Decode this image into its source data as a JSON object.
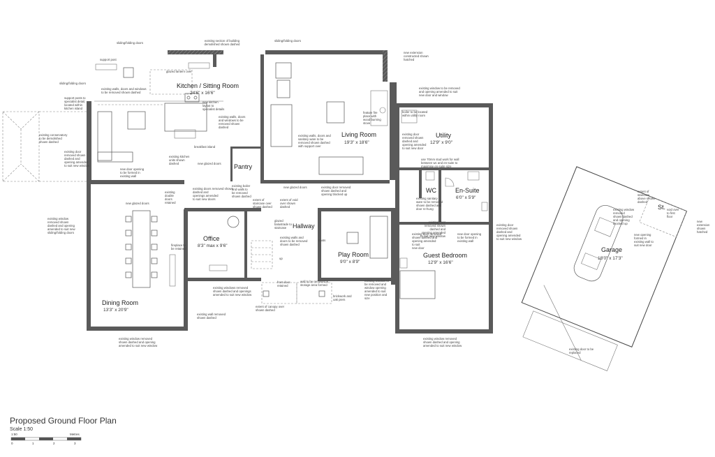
{
  "rooms": {
    "kitchen": {
      "name": "Kitchen / Sitting Room",
      "dims": "24'6\" x 16'6\""
    },
    "living": {
      "name": "Living Room",
      "dims": "19'3\" x 18'6\""
    },
    "utility": {
      "name": "Utility",
      "dims": "12'9\" x 9'0\""
    },
    "wc": {
      "name": "WC"
    },
    "ensuite": {
      "name": "En-Suite",
      "dims": "6'0\" x 5'9\""
    },
    "st": {
      "name": "St."
    },
    "garage": {
      "name": "Garage",
      "dims": "18'0\" x 17'3\""
    },
    "pantry": {
      "name": "Pantry"
    },
    "hallway": {
      "name": "Hallway"
    },
    "office": {
      "name": "Office",
      "dims": "8'3\" max x 9'6\""
    },
    "playroom": {
      "name": "Play Room",
      "dims": "9'0\" x 8'9\""
    },
    "guest": {
      "name": "Guest Bedroom",
      "dims": "12'9\" x 16'6\""
    },
    "dining": {
      "name": "Dining Room",
      "dims": "13'3\" x 20'9\""
    }
  },
  "notes": {
    "sliding_doors_1": "sliding/folding doors",
    "sliding_doors_2": "sliding/folding doors",
    "sliding_doors_3": "sliding/folding doors",
    "existing_section": [
      "existing section of building",
      "demolished shown dashed"
    ],
    "new_extension_top": [
      "new extension",
      "constructed shown",
      "hatched"
    ],
    "support_post": "support post",
    "glazed_lantern": "glazed lantern over",
    "existing_walls_kitchen": [
      "existing walls, doors and windows",
      "to be removed shown dashed"
    ],
    "support_posts": [
      "support posts to",
      "specialist detail,",
      "located within",
      "kitchen island"
    ],
    "new_kitchen": [
      "new kitchen",
      "layout to",
      "specialist details"
    ],
    "existing_walls_doors": [
      "existing walls, doors",
      "and windows to be",
      "removed shown",
      "dashed"
    ],
    "breakfast_island": "breakfast island",
    "existing_kitchen_units": [
      "existing kitchen",
      "units shown",
      "dashed"
    ],
    "new_glazed_doors_1": "new glazed doors",
    "new_glazed_doors_2": "new glazed doors",
    "new_glazed_doors_3": "new glazed doors",
    "conservatory": [
      "existing conservatory",
      "to be demolished",
      "shown dashed"
    ],
    "existing_door_removed": [
      "existing door",
      "removed shown",
      "dashed and",
      "opening amended",
      "to suit new window"
    ],
    "new_door_opening": [
      "new door opening",
      "to be formed in",
      "existing wall"
    ],
    "feature_fire": [
      "feature fire",
      "place with",
      "wood burning",
      "stove"
    ],
    "living_walls": [
      "existing walls, doors and",
      "sanitary ware to be",
      "removed shown dashed",
      "with support over"
    ],
    "boiler": [
      "boiler to be located",
      "within utility room"
    ],
    "window_removed_utility": [
      "existing window to be removed",
      "and opening amended to suit",
      "new door and window"
    ],
    "utility_door": [
      "existing door",
      "removed shown",
      "dashed and",
      "opening amended",
      "to suit new door"
    ],
    "stud_wall": [
      "use 70mm stud work for wall",
      "between wc and en-suite to",
      "maximise en-suite size"
    ],
    "existing_double_doors": [
      "existing",
      "double",
      "doors",
      "retained"
    ],
    "existing_doors_removed": [
      "existing doors removed shown",
      "dashed and",
      "openings amended",
      "to suit new doors"
    ],
    "boiler_walls": [
      "existing boiler",
      "and walls to",
      "be removed",
      "shown dashed"
    ],
    "existing_door_removed_living": [
      "existing door removed",
      "shown dashed and",
      "opening blocked up"
    ],
    "staircase_removed": [
      "extent of",
      "staircase over",
      "shown dashed"
    ],
    "void_over": [
      "extent of void",
      "over shown",
      "dashed"
    ],
    "sanitary_wc": [
      "existing sanitary",
      "ware to be removed",
      "shown dashed and",
      "door re-hung"
    ],
    "stairs_balustrade": [
      "glazed",
      "balustrade to",
      "staircase"
    ],
    "hallway_walls": [
      "existing walls and",
      "doors to be removed",
      "shown dashed"
    ],
    "coats": "coats",
    "up": "up",
    "fireplace": [
      "fireplace to",
      "be retained"
    ],
    "front_door": [
      "front door",
      "retained"
    ],
    "wall_removed": [
      "wall to be removed &",
      "storage area formed"
    ],
    "brickwork": [
      "brickwork and",
      "oak piers"
    ],
    "canopy": [
      "extent of canopy over",
      "shown dashed"
    ],
    "office_window": [
      "existing windows removed",
      "shown dashed and openings",
      "amended to suit new window"
    ],
    "existing_wall_removed": [
      "existing wall removed",
      "shown dashed"
    ],
    "play_window": [
      "existing window to",
      "be removed and",
      "window opening",
      "amended to suit",
      "new position and",
      "size"
    ],
    "guest_door_removed": [
      "existing door removed",
      "shown dashed and",
      "opening amended",
      "to suit",
      "new door"
    ],
    "new_door_opening_wall": [
      "new door opening",
      "to be formed in",
      "existing wall"
    ],
    "existing_door_guest": [
      "existing door",
      "removed shown",
      "dashed and",
      "opening amended",
      "to suit new window"
    ],
    "dining_window": [
      "existing window",
      "removed shown",
      "dashed and opening",
      "amended to suit new",
      "sliding/folding doors"
    ],
    "new_glazed_doors_dining": "new glazed doors",
    "dining_bottom_window": [
      "existing window removed",
      "shown dashed and opening",
      "amended to suit new window"
    ],
    "guest_bottom_window": [
      "existing window removed",
      "shown dashed and opening",
      "amended to suit new window"
    ],
    "garage_door": [
      "existing door to be",
      "replaced"
    ],
    "staircase_garage": [
      "extent of",
      "staircase",
      "above shown",
      "dashed"
    ],
    "garage_window": [
      "existing window",
      "removed",
      "shown dashed",
      "and opening",
      "blocked up"
    ],
    "new_opening_garage": [
      "new opening",
      "formed in",
      "existing wall to",
      "suit new door"
    ],
    "void_door": [
      "void over",
      "to first",
      "floor"
    ],
    "new_extension_right": [
      "new",
      "extension",
      "shown",
      "hatched"
    ],
    "ensuite_door": [
      "existing door",
      "removed shown",
      "dashed and",
      "opening amended",
      "to suit new window"
    ]
  },
  "footer": {
    "title": "Proposed Ground Floor Plan",
    "scale": "Scale 1:50",
    "bar_label_left": "1:50",
    "bar_label_right": "Metres",
    "ticks": [
      "0",
      "1",
      "2",
      "3"
    ]
  }
}
